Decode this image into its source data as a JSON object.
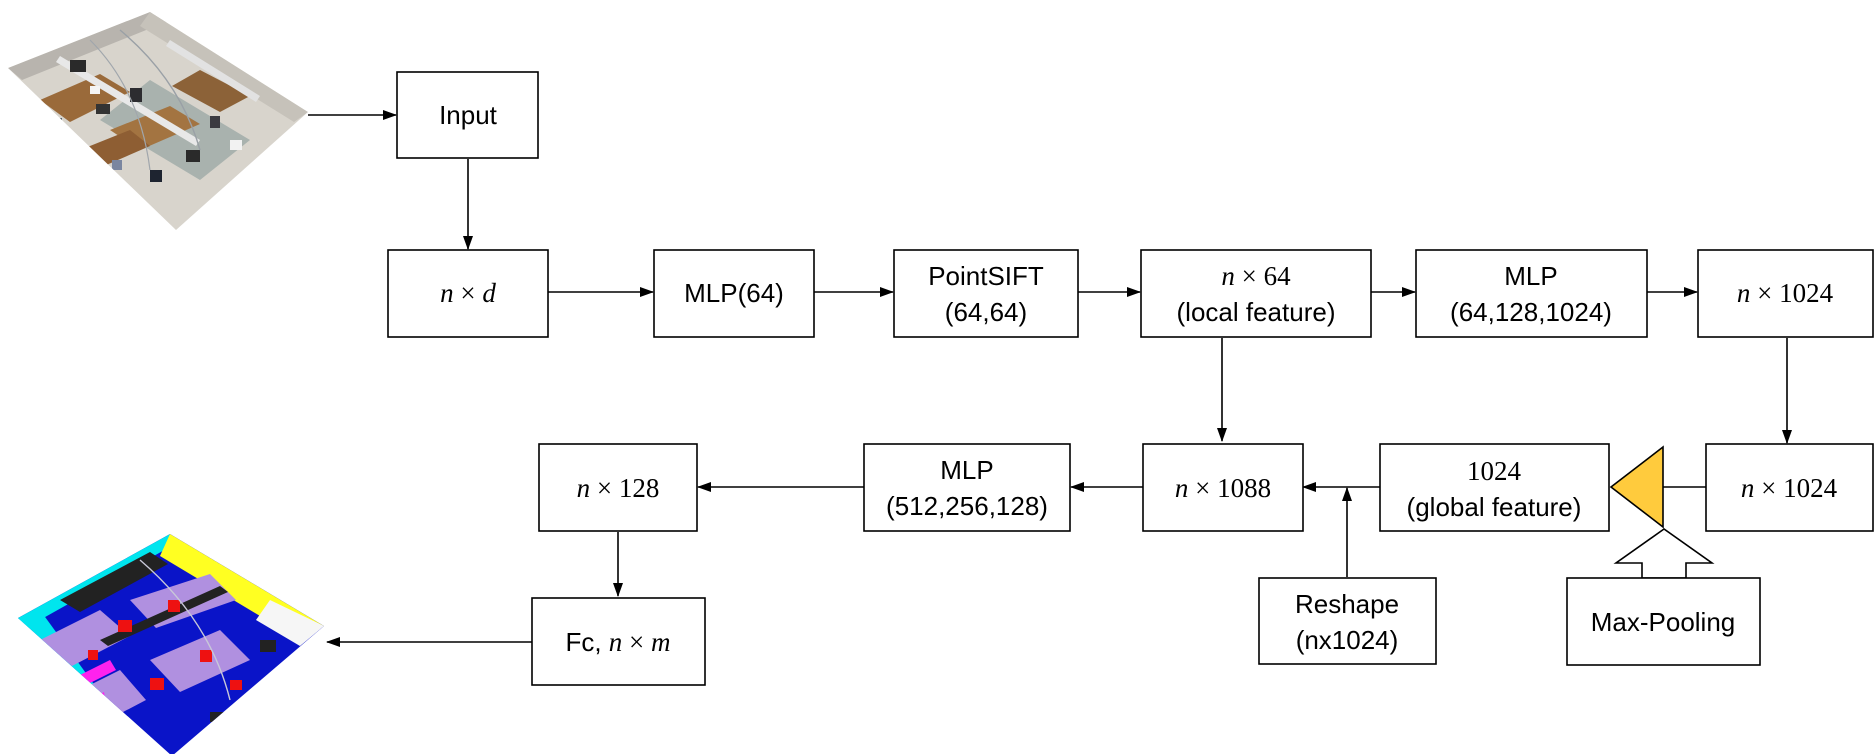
{
  "colors": {
    "pooling": "#FFCB3D",
    "wall": "#00E5EE",
    "floor": "#0A14C8",
    "furniture": "#B090E0",
    "chair": "#EE1111",
    "ceiling": "#FFFF22",
    "board": "#FF22EE",
    "clutter": "#222222"
  },
  "nodes": {
    "input": {
      "text": "Input"
    },
    "nd": {
      "a": "n",
      "op": "×",
      "b": "d"
    },
    "mlp64": {
      "text": "MLP(64)"
    },
    "pointsift": {
      "line1": "PointSIFT",
      "line2": "(64,64)"
    },
    "local": {
      "a": "n",
      "op": "×",
      "b": "64",
      "line2": "(local feature)"
    },
    "mlp_big": {
      "line1": "MLP",
      "line2": "(64,128,1024)"
    },
    "n1024_top": {
      "a": "n",
      "op": "×",
      "b": "1024"
    },
    "n1024_bot": {
      "a": "n",
      "op": "×",
      "b": "1024"
    },
    "global": {
      "line1": "1024",
      "line2": "(global feature)"
    },
    "n1088": {
      "a": "n",
      "op": "×",
      "b": "1088"
    },
    "mlp_small": {
      "line1": "MLP",
      "line2": "(512,256,128)"
    },
    "n128": {
      "a": "n",
      "op": "×",
      "b": "128"
    },
    "fc": {
      "prefix": "Fc, ",
      "a": "n",
      "op": "×",
      "b": "m"
    },
    "reshape": {
      "line1": "Reshape",
      "line2": "(nx1024)"
    },
    "maxpool": {
      "text": "Max-Pooling"
    }
  }
}
